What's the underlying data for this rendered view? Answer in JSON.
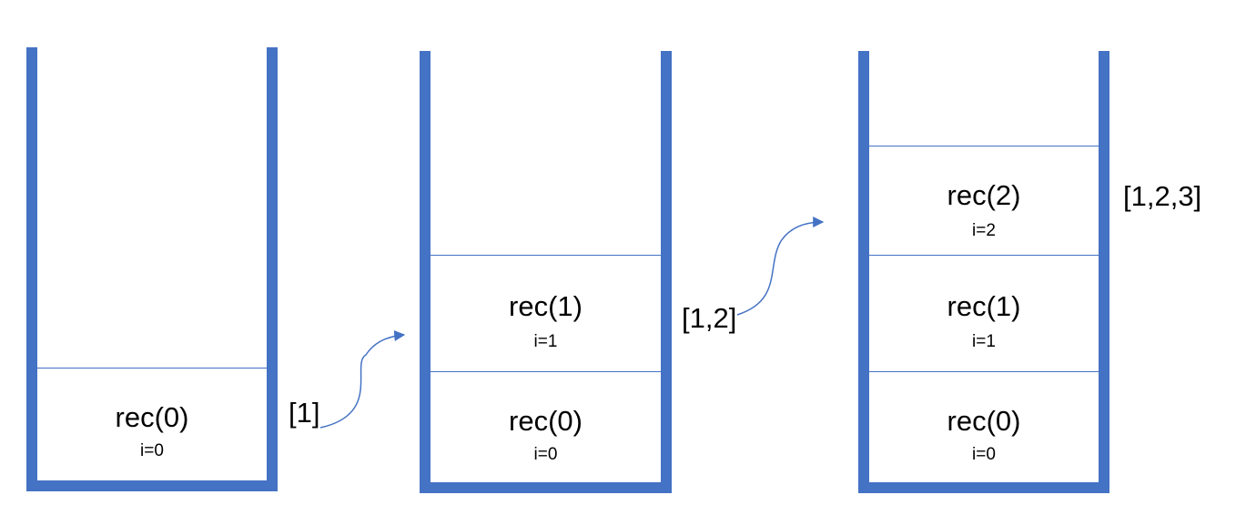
{
  "colors": {
    "stack": "#4472C4"
  },
  "stacks": [
    {
      "frames": [
        {
          "name": "rec(0)",
          "var": "i=0"
        }
      ],
      "result": "[1]"
    },
    {
      "frames": [
        {
          "name": "rec(0)",
          "var": "i=0"
        },
        {
          "name": "rec(1)",
          "var": "i=1"
        }
      ],
      "result": "[1,2]"
    },
    {
      "frames": [
        {
          "name": "rec(0)",
          "var": "i=0"
        },
        {
          "name": "rec(1)",
          "var": "i=1"
        },
        {
          "name": "rec(2)",
          "var": "i=2"
        }
      ],
      "result": "[1,2,3]"
    }
  ]
}
